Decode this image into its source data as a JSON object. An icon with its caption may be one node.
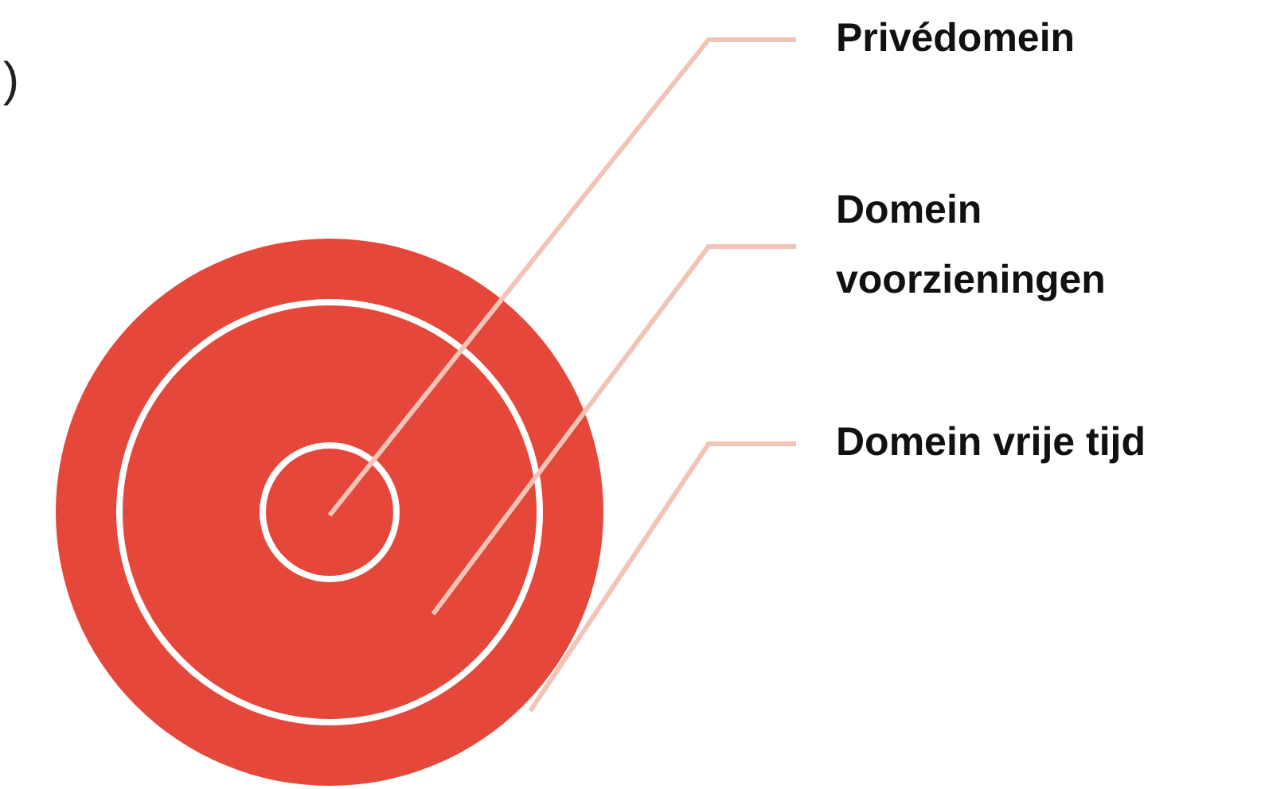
{
  "diagram": {
    "nodes": [
      {
        "text": [
          "Privédomein"
        ]
      },
      {
        "text": [
          "Domein voorzieningen"
        ]
      },
      {
        "text": [
          "Domein vrije tijd"
        ]
      },
      {
        "text": [],
        "shape": "circle"
      },
      {
        "text": [],
        "shape": "circle",
        "in": 3
      },
      {
        "text": [],
        "shape": "circle",
        "in": 4
      }
    ],
    "edges": [
      {
        "from": 0,
        "to": 5,
        "arrow": "none"
      },
      {
        "from": 1,
        "to": 4,
        "arrow": "none"
      },
      {
        "from": 2,
        "to": 3,
        "arrow": "none"
      }
    ],
    "labels": [
      ")"
    ]
  }
}
